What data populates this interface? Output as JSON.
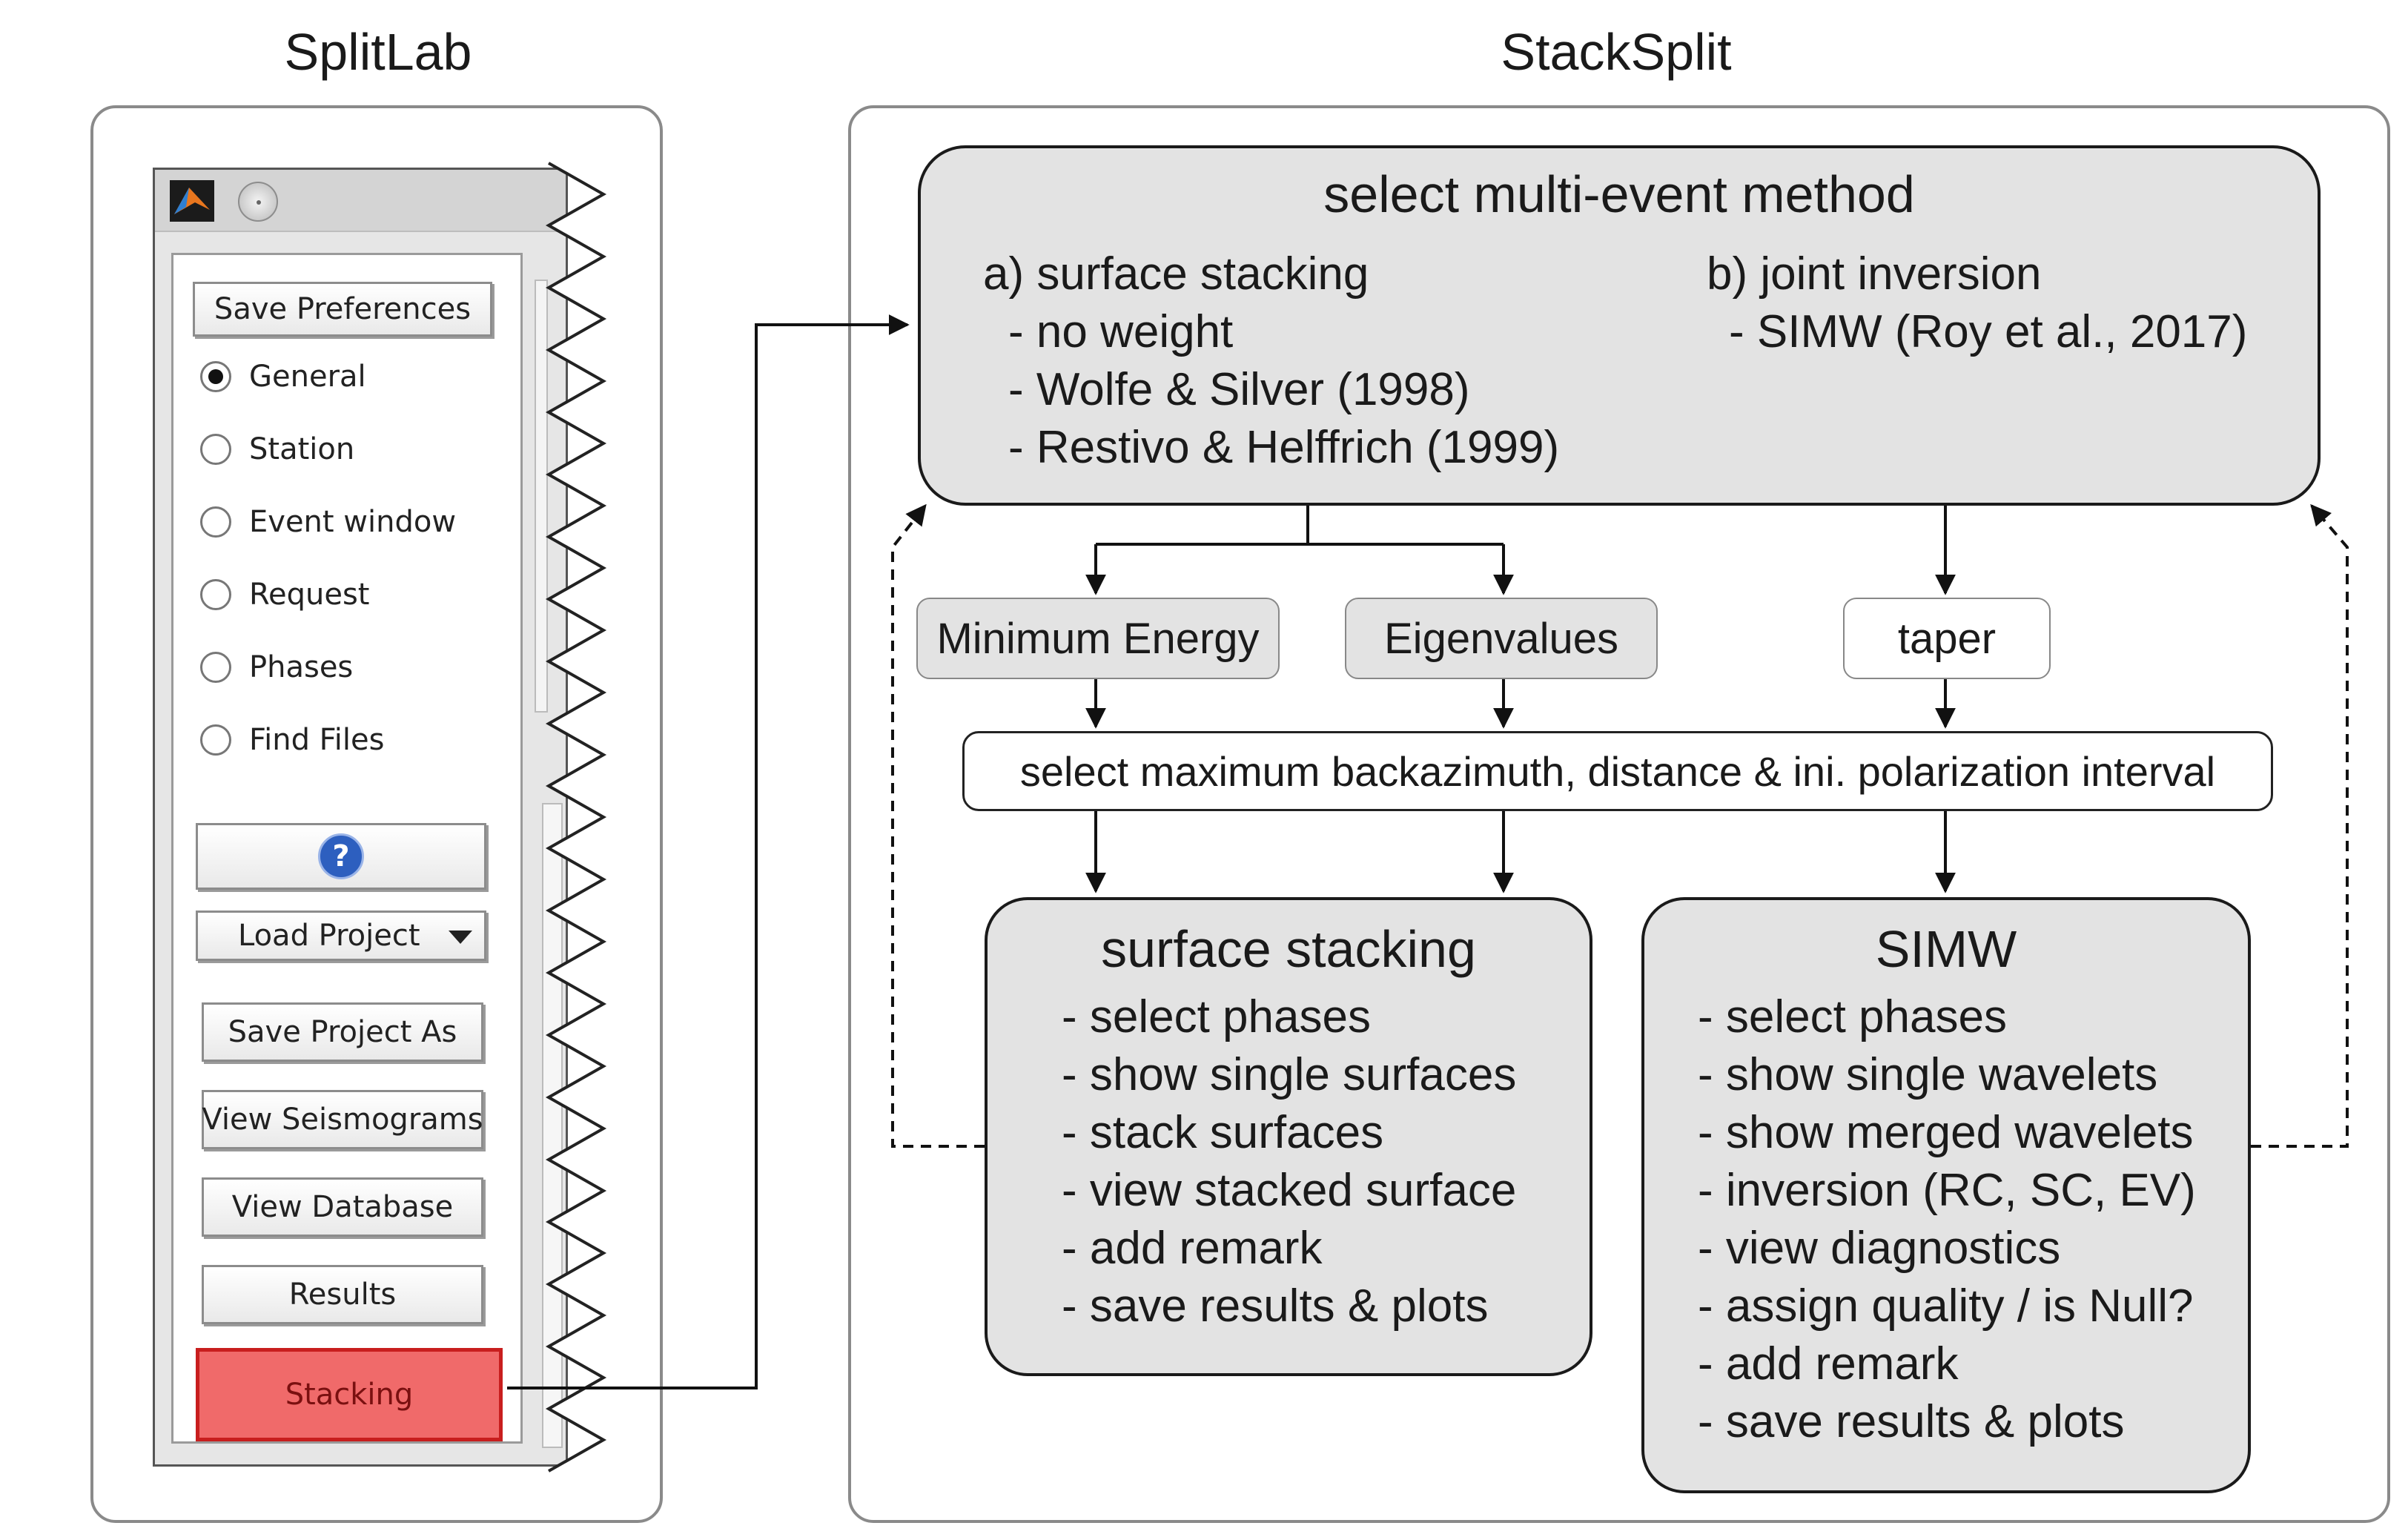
{
  "splitlab": {
    "title": "SplitLab",
    "buttons": {
      "save_preferences": "Save Preferences",
      "help_icon": "?",
      "load_project": "Load Project",
      "save_project_as": "Save Project As",
      "view_seismograms": "View Seismograms",
      "view_database": "View Database",
      "results": "Results",
      "stacking": "Stacking"
    },
    "radio_options": [
      "General",
      "Station",
      "Event window",
      "Request",
      "Phases",
      "Find Files"
    ],
    "selected_option": "General",
    "stacking_color": "#f06a6a",
    "stacking_border_color": "#c81e1e"
  },
  "stacksplit": {
    "title": "StackSplit",
    "method_box": {
      "title": "select multi-event method",
      "a_heading": "a) surface stacking",
      "a_items": [
        "- no weight",
        "- Wolfe & Silver (1998)",
        "- Restivo & Helffrich (1999)"
      ],
      "b_heading": "b) joint inversion",
      "b_items": [
        "- SIMW (Roy et al., 2017)"
      ]
    },
    "options": {
      "minimum_energy": "Minimum Energy",
      "eigenvalues": "Eigenvalues",
      "taper": "taper"
    },
    "interval_box": "select maximum backazimuth, distance & ini. polarization interval",
    "surface_stacking": {
      "title": "surface stacking",
      "items": [
        "- select phases",
        "- show single surfaces",
        "- stack surfaces",
        "- view stacked surface",
        "- add remark",
        "- save results & plots"
      ]
    },
    "simw": {
      "title": "SIMW",
      "items": [
        "- select phases",
        "- show single wavelets",
        "- show merged wavelets",
        "- inversion (RC, SC, EV)",
        "- view diagnostics",
        "- assign quality / is Null?",
        "- add remark",
        "- save results & plots"
      ]
    }
  }
}
